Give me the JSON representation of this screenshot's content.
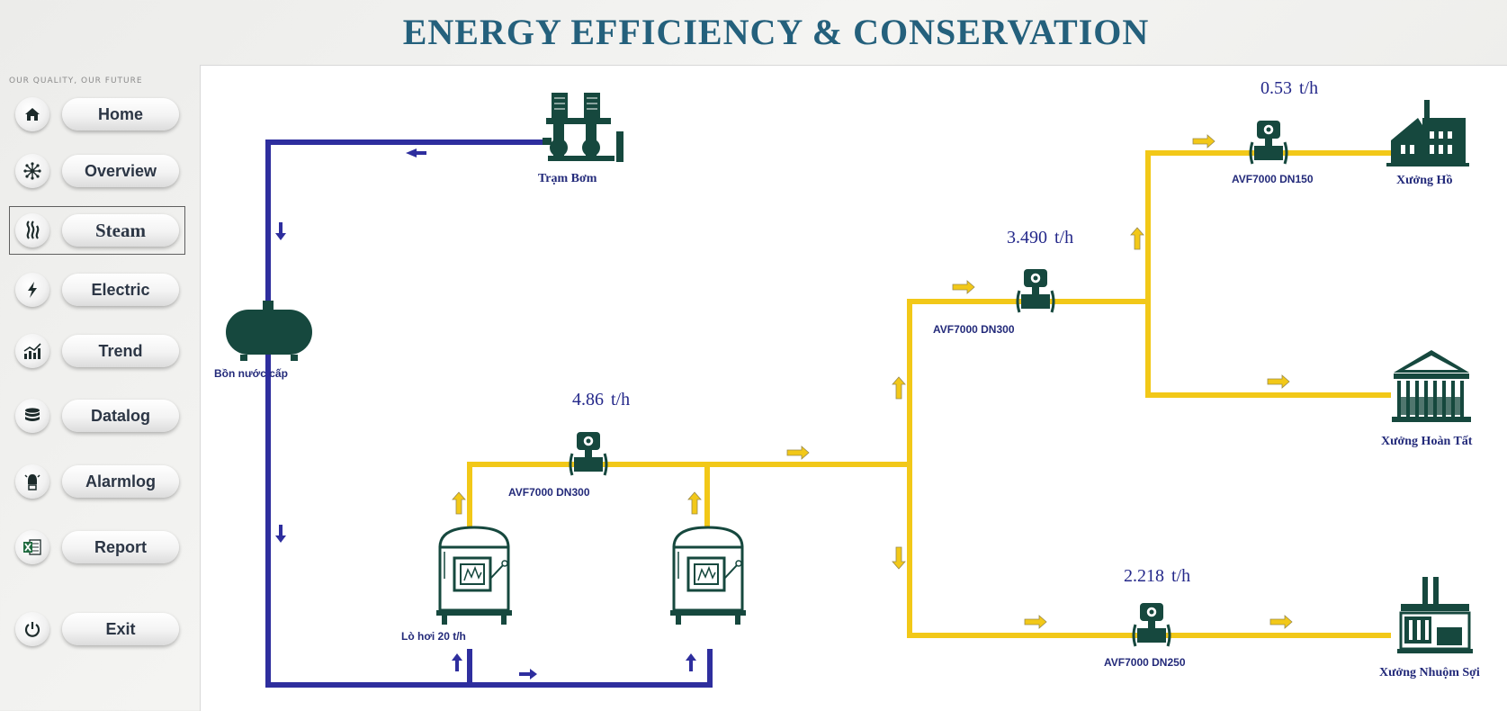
{
  "header": {
    "title": "ENERGY EFFICIENCY & CONSERVATION"
  },
  "sidebar": {
    "slogan": "OUR QUALITY, OUR FUTURE",
    "items": [
      {
        "id": "home",
        "label": "Home",
        "icon": "home-icon"
      },
      {
        "id": "overview",
        "label": "Overview",
        "icon": "network-icon"
      },
      {
        "id": "steam",
        "label": "Steam",
        "icon": "steam-icon",
        "active": true
      },
      {
        "id": "electric",
        "label": "Electric",
        "icon": "lightning-icon"
      },
      {
        "id": "trend",
        "label": "Trend",
        "icon": "trend-chart-icon"
      },
      {
        "id": "datalog",
        "label": "Datalog",
        "icon": "database-icon"
      },
      {
        "id": "alarmlog",
        "label": "Alarmlog",
        "icon": "alarm-icon"
      },
      {
        "id": "report",
        "label": "Report",
        "icon": "excel-icon"
      },
      {
        "id": "exit",
        "label": "Exit",
        "icon": "power-icon"
      }
    ]
  },
  "diagram": {
    "labels": {
      "pump_station": "Trạm Bơm",
      "feed_tank": "Bồn nước cấp",
      "boiler": "Lò hơi 20 t/h",
      "meter_main": "AVF7000 DN300",
      "meter_branch": "AVF7000 DN300",
      "meter_ho": "AVF7000 DN150",
      "meter_nhuom": "AVF7000 DN250",
      "xuong_ho": "Xưởng Hồ",
      "xuong_hoan_tat": "Xưởng Hoàn Tất",
      "xuong_nhuom_soi": "Xưởng Nhuộm Sợi"
    },
    "flows": {
      "main": {
        "value": "4.86",
        "unit": "t/h"
      },
      "branch": {
        "value": "3.490",
        "unit": "t/h"
      },
      "ho": {
        "value": "0.53",
        "unit": "t/h"
      },
      "nhuom": {
        "value": "2.218",
        "unit": "t/h"
      }
    },
    "colors": {
      "water_line": "#2e2e9e",
      "steam_line": "#f2c818",
      "equipment": "#16483e",
      "label_text": "#232a7a"
    }
  }
}
